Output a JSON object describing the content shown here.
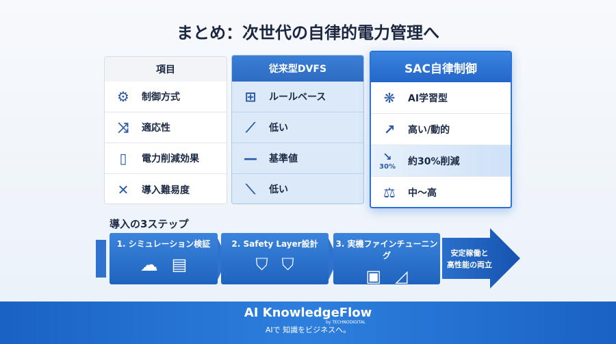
{
  "title": "まとめ：次世代の自律的電力管理へ",
  "table": {
    "col1": {
      "header": "項目",
      "rows": [
        {
          "icon": "gear-icon",
          "label": "制御方式"
        },
        {
          "icon": "shuffle-icon",
          "label": "適応性"
        },
        {
          "icon": "battery-icon",
          "label": "電力削減効果"
        },
        {
          "icon": "tools-icon",
          "label": "導入難易度"
        }
      ]
    },
    "col2": {
      "header": "従来型DVFS",
      "rows": [
        {
          "icon": "flowchart-icon",
          "label": "ルールベース"
        },
        {
          "icon": "line-chart-up-icon",
          "label": "低い"
        },
        {
          "icon": "flat-line-icon",
          "label": "基準値"
        },
        {
          "icon": "line-chart-down-icon",
          "label": "低い"
        }
      ]
    },
    "col3": {
      "header": "SAC自律制御",
      "rows": [
        {
          "icon": "brain-icon",
          "label": "AI学習型"
        },
        {
          "icon": "trend-up-icon",
          "label": "高い/動的"
        },
        {
          "icon": "trend-down-icon",
          "label": "約30%削減",
          "badge": "30%"
        },
        {
          "icon": "scale-icon",
          "label": "中〜高"
        }
      ]
    }
  },
  "steps": {
    "title": "導入の3ステップ",
    "items": [
      {
        "label": "1. シミュレーション検証",
        "icons": [
          "cloud-sync-icon",
          "dashboard-chart-icon"
        ]
      },
      {
        "label": "2. Safety Layer設計",
        "icons": [
          "shield-icon",
          "shield-outline-icon"
        ]
      },
      {
        "label": "3. 実機ファインチューニング",
        "icons": [
          "chip-icon",
          "area-chart-icon"
        ]
      }
    ],
    "final": [
      "安定稼働と",
      "高性能の両立"
    ]
  },
  "footer": {
    "brand": "AI KnowledgeFlow",
    "by": "by TECHNODIGITAL",
    "tagline": "AIで 知識をビジネスへ。"
  },
  "colors": {
    "accent": "#2a72d6",
    "footer": "#1a62c4"
  }
}
